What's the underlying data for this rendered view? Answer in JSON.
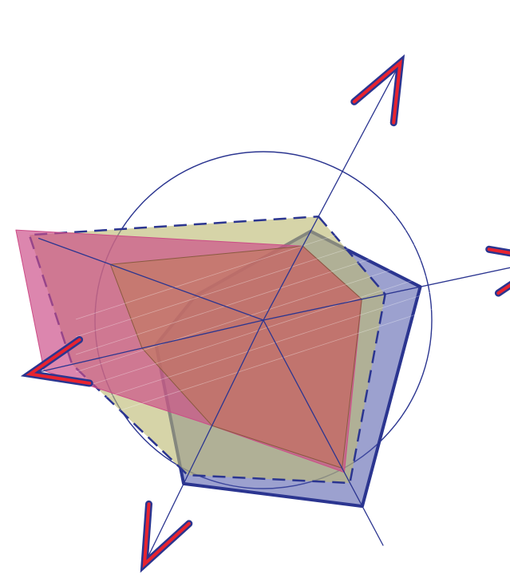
{
  "chart_data": {
    "type": "radar",
    "title": "",
    "axes": [
      "",
      "",
      "",
      "",
      "",
      ""
    ],
    "grid": true,
    "legend": "none",
    "rmax": 1.0,
    "series": [
      {
        "values": [
          0.42,
          0.67,
          0.88,
          0.76,
          0.46,
          0.3
        ],
        "fill": "#4a54a8",
        "fill_opacity": 0.55,
        "stroke": "#2b3590",
        "stroke_width": 4,
        "dashed": false
      },
      {
        "values": [
          0.49,
          0.52,
          0.77,
          0.72,
          0.82,
          1.04
        ],
        "fill": "#bdba72",
        "fill_opacity": 0.62,
        "stroke": "#2b3590",
        "stroke_width": 2.5,
        "dashed": true
      },
      {
        "values": [
          0.35,
          0.42,
          0.72,
          0.49,
          0.94,
          1.1
        ],
        "fill": "#cc4c87",
        "fill_opacity": 0.68,
        "stroke": "#cc4c87",
        "stroke_width": 1,
        "dashed": false
      },
      {
        "values": [
          0.35,
          0.42,
          0.7,
          0.49,
          0.52,
          0.68
        ],
        "fill": "#c07a55",
        "fill_opacity": 0.55,
        "stroke": "#8a5a40",
        "stroke_width": 1,
        "dashed": false
      }
    ],
    "colors": {
      "axis": "#2b3590",
      "grid_circle": "#2b3590",
      "arrow_outer": "#2b3590",
      "arrow_inner": "#e8232f"
    }
  }
}
